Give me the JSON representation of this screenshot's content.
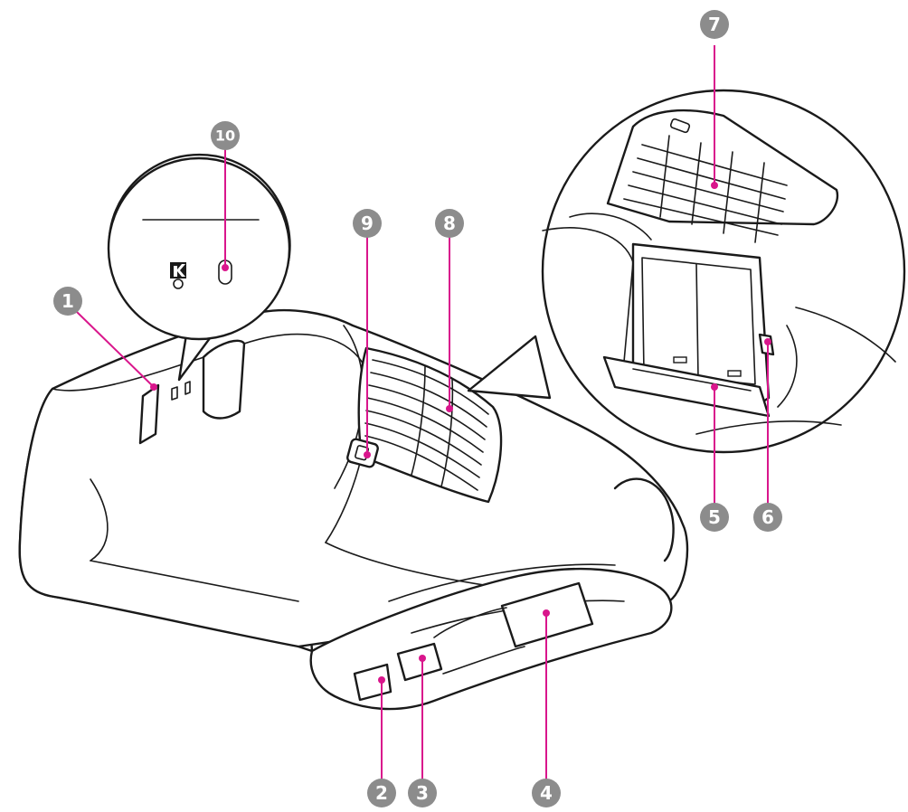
{
  "callouts": [
    {
      "id": "1",
      "label": "1",
      "part": "part-1"
    },
    {
      "id": "2",
      "label": "2",
      "part": "part-2"
    },
    {
      "id": "3",
      "label": "3",
      "part": "part-3"
    },
    {
      "id": "4",
      "label": "4",
      "part": "part-4"
    },
    {
      "id": "5",
      "label": "5",
      "part": "part-5"
    },
    {
      "id": "6",
      "label": "6",
      "part": "part-6"
    },
    {
      "id": "7",
      "label": "7",
      "part": "part-7"
    },
    {
      "id": "8",
      "label": "8",
      "part": "part-8"
    },
    {
      "id": "9",
      "label": "9",
      "part": "part-9"
    },
    {
      "id": "10",
      "label": "10",
      "part": "part-10"
    }
  ],
  "colors": {
    "leader": "#d9168c",
    "callout_disc": "#8c8c8c",
    "callout_text": "#ffffff",
    "outline": "#1a1a1a",
    "background": "#ffffff"
  },
  "icons": {
    "security_slot": "kensington-lock-icon",
    "keyhole": "keyhole-icon"
  }
}
